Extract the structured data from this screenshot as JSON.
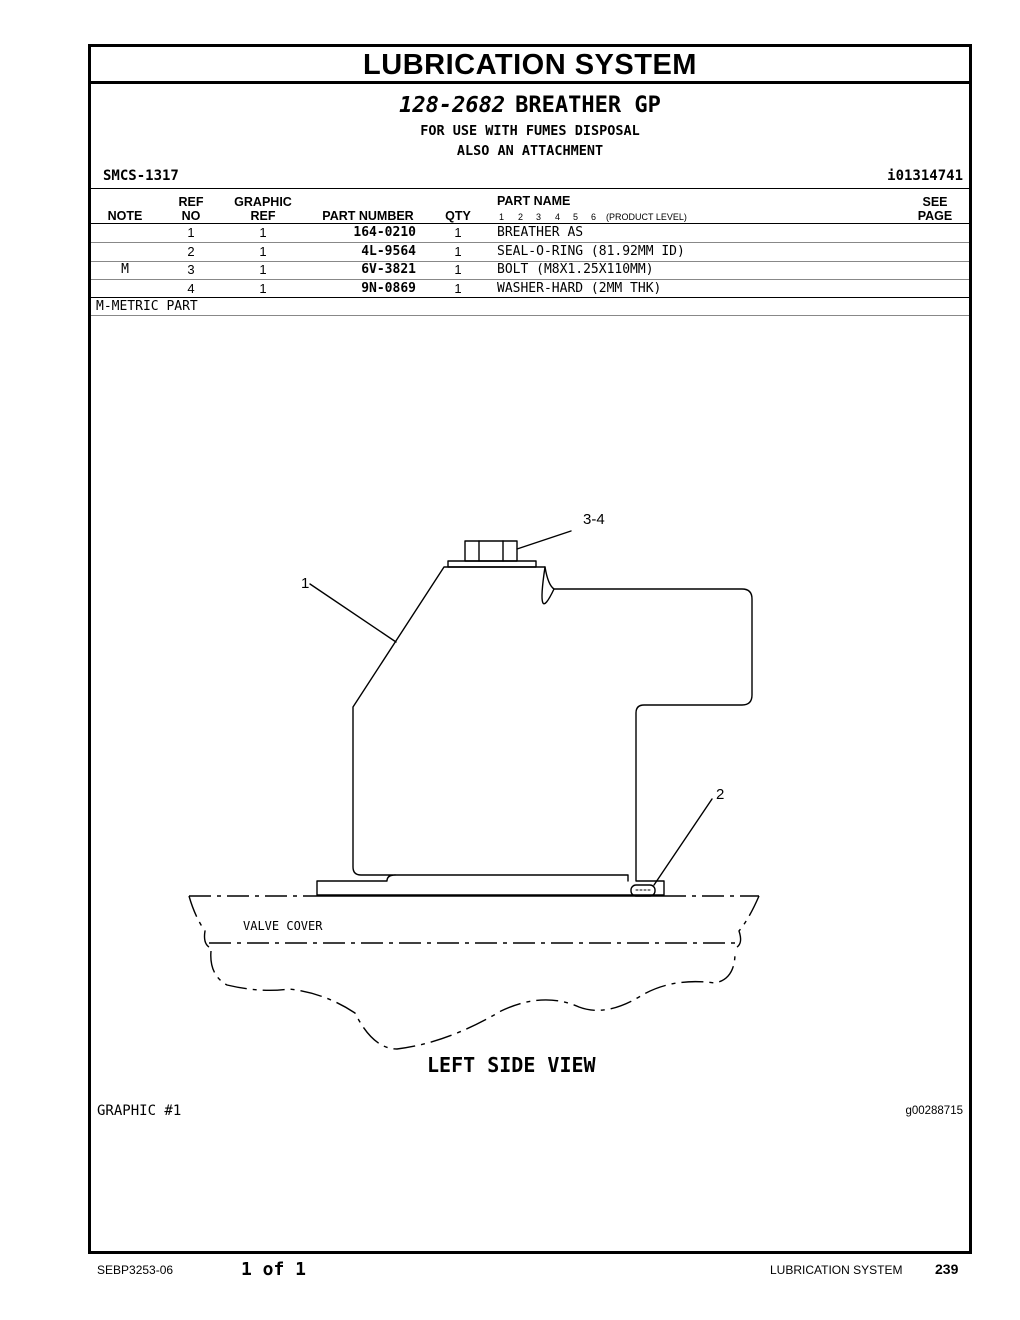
{
  "section_title": "LUBRICATION SYSTEM",
  "group": {
    "number": "128-2682",
    "name": "BREATHER GP",
    "note1": "FOR USE WITH FUMES DISPOSAL",
    "note2": "ALSO AN ATTACHMENT"
  },
  "smcs": "SMCS-1317",
  "info_ref": "i01314741",
  "table": {
    "headers": {
      "note": "NOTE",
      "ref_top": "REF",
      "ref_bottom": "NO",
      "graphic_top": "GRAPHIC",
      "graphic_bottom": "REF",
      "part_number": "PART NUMBER",
      "qty": "QTY",
      "part_name": "PART NAME",
      "levels": [
        "1",
        "2",
        "3",
        "4",
        "5",
        "6"
      ],
      "product_level": "(PRODUCT LEVEL)",
      "see_top": "SEE",
      "see_bottom": "PAGE"
    },
    "rows": [
      {
        "note": "",
        "ref": "1",
        "graphic": "1",
        "part_number": "164-0210",
        "qty": "1",
        "name": "BREATHER AS"
      },
      {
        "note": "",
        "ref": "2",
        "graphic": "1",
        "part_number": "4L-9564",
        "qty": "1",
        "name": "SEAL-O-RING (81.92MM ID)"
      },
      {
        "note": "M",
        "ref": "3",
        "graphic": "1",
        "part_number": "6V-3821",
        "qty": "1",
        "name": "BOLT (M8X1.25X110MM)"
      },
      {
        "note": "",
        "ref": "4",
        "graphic": "1",
        "part_number": "9N-0869",
        "qty": "1",
        "name": "WASHER-HARD (2MM THK)"
      }
    ],
    "footnote": "M-METRIC PART"
  },
  "drawing": {
    "callout_1": "1",
    "callout_2": "2",
    "callout_34": "3-4",
    "valve_cover": "VALVE COVER",
    "view_label": "LEFT SIDE VIEW"
  },
  "graphic_label": "GRAPHIC #1",
  "graphic_number": "g00288715",
  "footer": {
    "doc": "SEBP3253-06",
    "page_of": "1 of 1",
    "section": "LUBRICATION SYSTEM",
    "page": "239"
  }
}
